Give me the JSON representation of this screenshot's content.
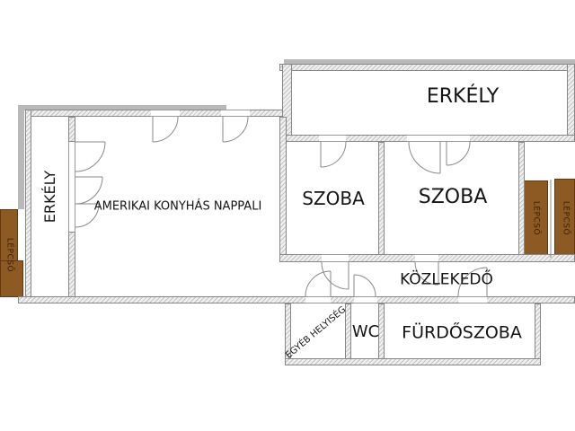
{
  "rooms": {
    "balcony_left": "ERKÉLY",
    "living_room": "AMERIKAI KONYHÁS NAPPALI",
    "balcony_top": "ERKÉLY",
    "room_1": "SZOBA",
    "room_2": "SZOBA",
    "hallway": "KÖZLEKEDŐ",
    "other_room": "EGYÉB HELYISÉG",
    "wc": "WC",
    "bathroom": "FÜRDŐSZOBA",
    "stairs_left": "LÉPCSŐ",
    "stairs_right_inner": "LÉPCSŐ",
    "stairs_right_outer": "LÉPCSŐ"
  },
  "colors": {
    "stairs_fill": "#8d5a24",
    "stairs_text": "#3c1e06",
    "wall_line": "#878787",
    "label_text": "#141414",
    "shadow": "#b9b9b9",
    "background": "#ffffff"
  }
}
